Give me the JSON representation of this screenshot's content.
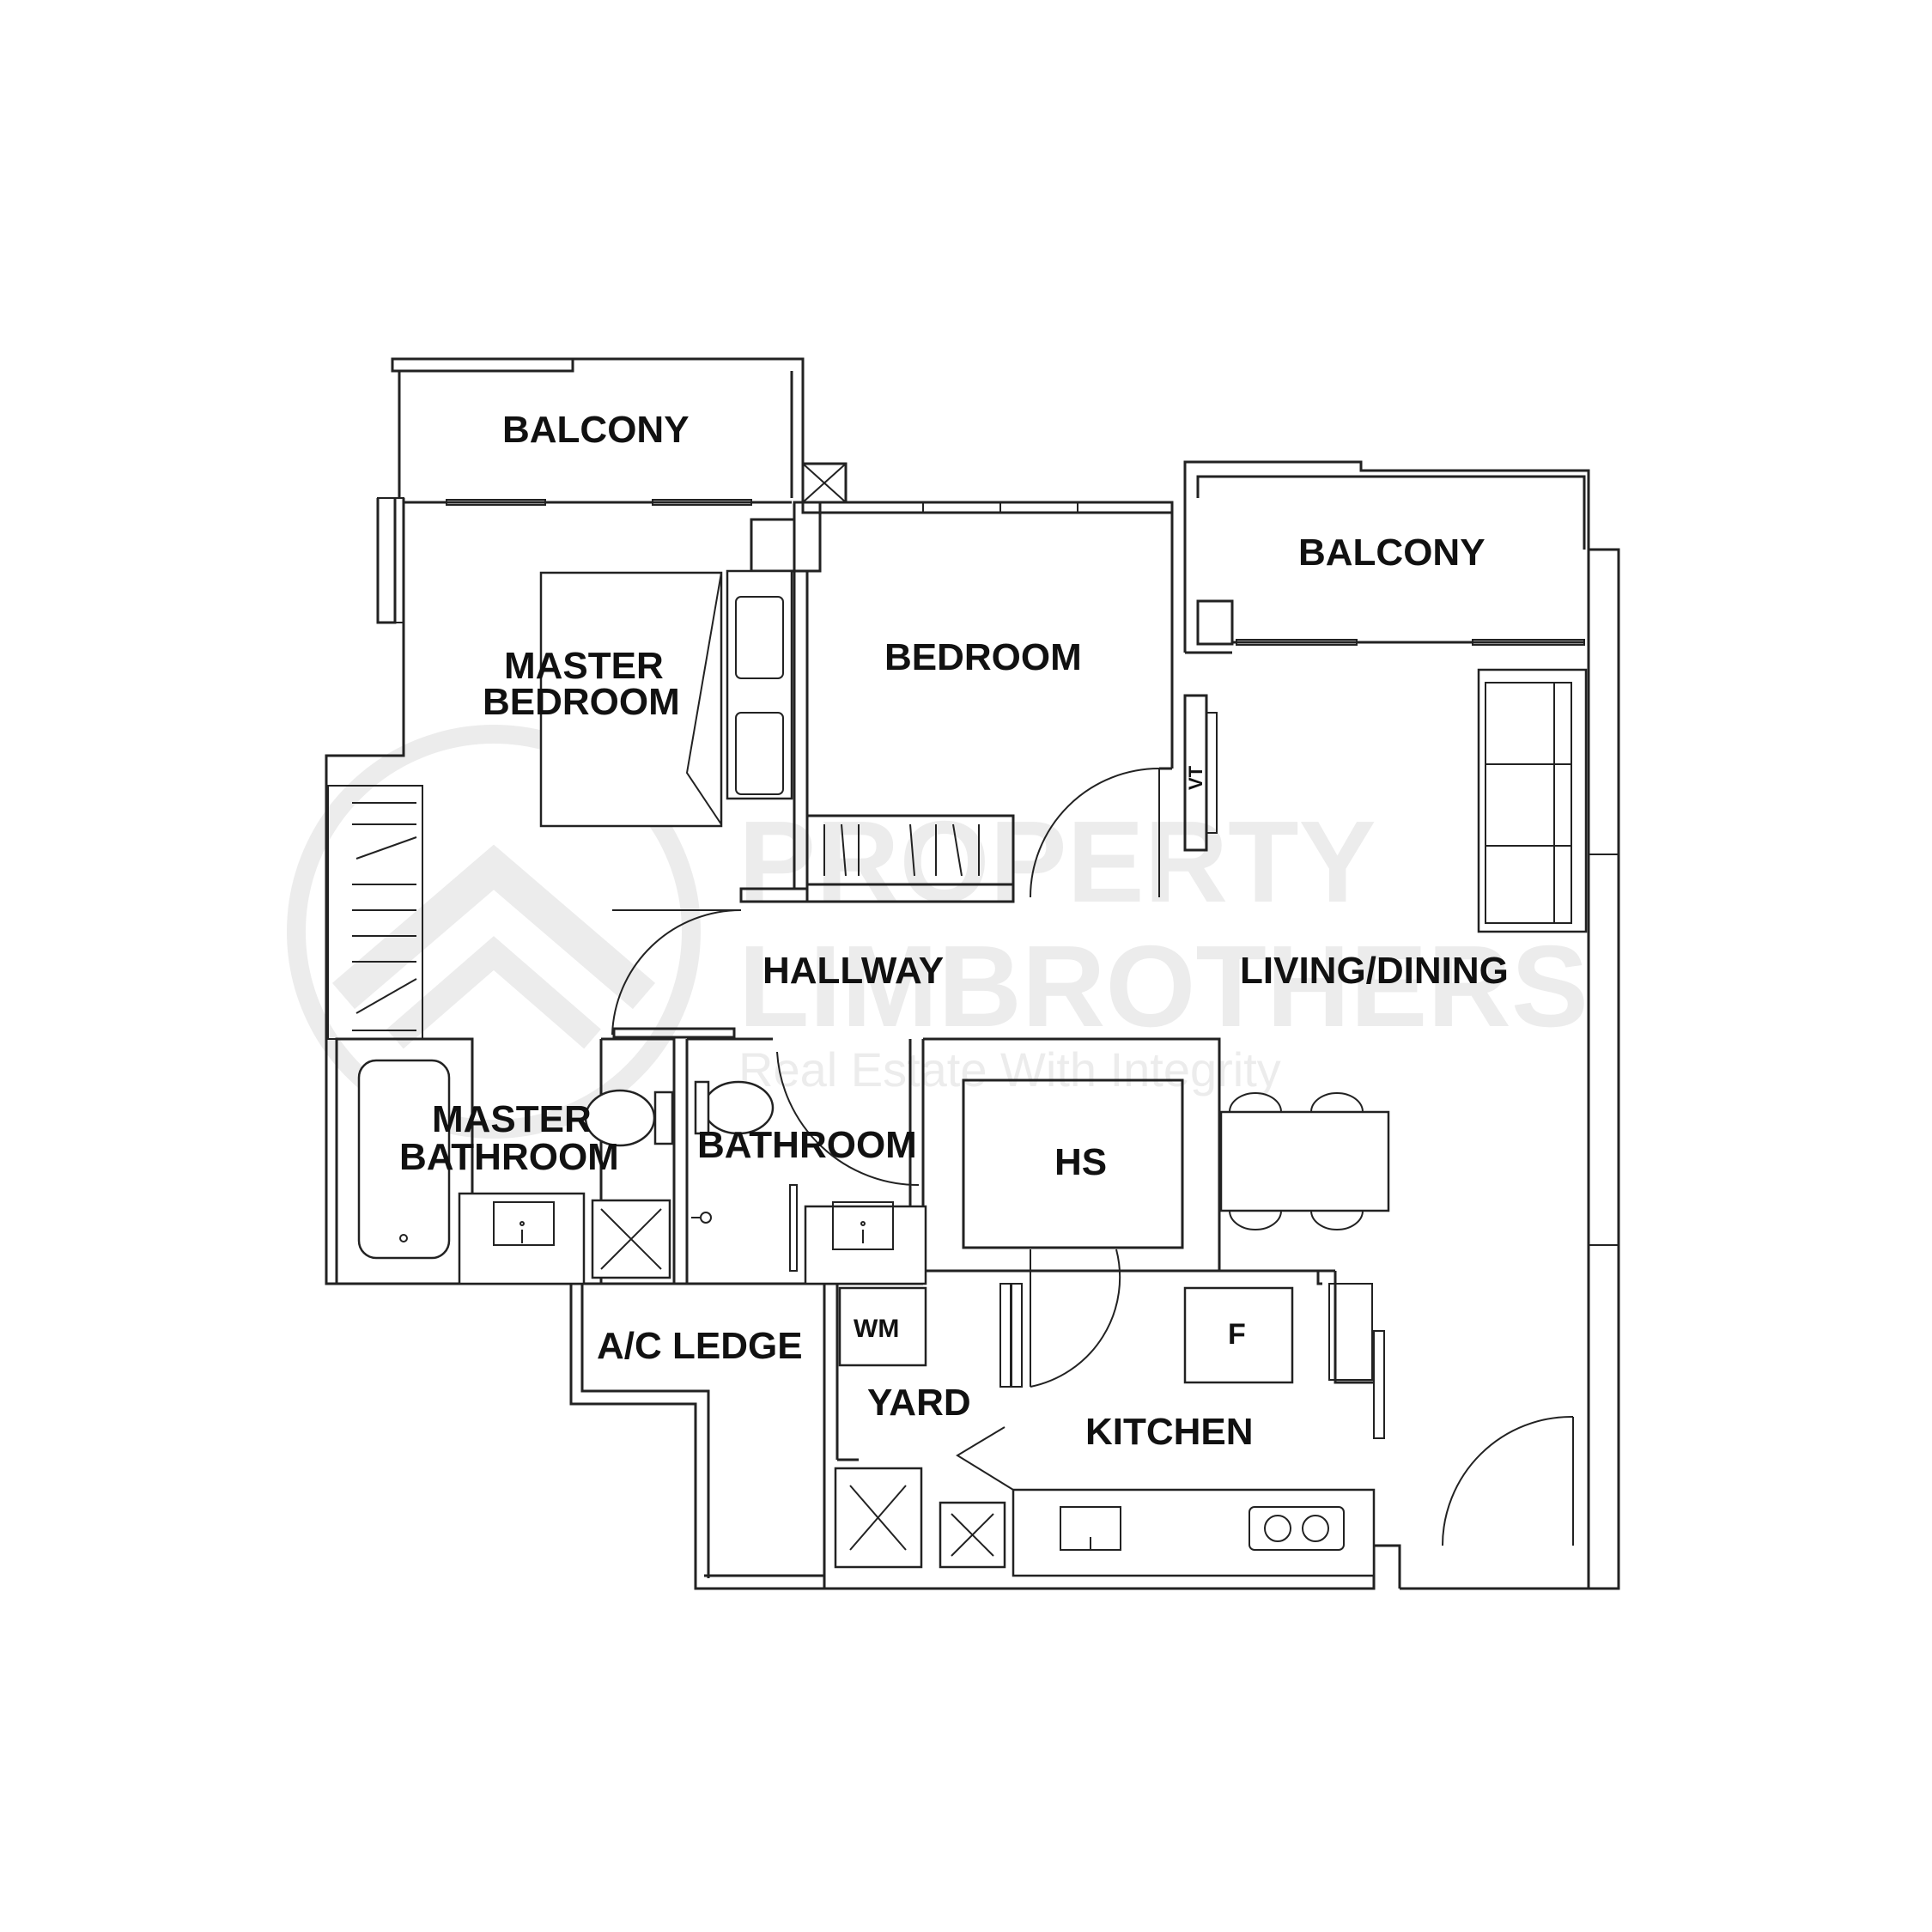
{
  "rooms": {
    "balcony_master": "BALCONY",
    "balcony_living": "BALCONY",
    "master_bedroom_1": "MASTER",
    "master_bedroom_2": "BEDROOM",
    "bedroom": "BEDROOM",
    "hallway": "HALLWAY",
    "living_dining": "LIVING/DINING",
    "master_bathroom_1": "MASTER",
    "master_bathroom_2": "BATHROOM",
    "bathroom": "BATHROOM",
    "household_shelter": "HS",
    "ac_ledge": "A/C LEDGE",
    "yard": "YARD",
    "kitchen": "KITCHEN",
    "washing_machine": "WM",
    "fridge": "F",
    "void": "VT"
  },
  "watermark": {
    "line1": "PROPERTY",
    "line2": "LIMBROTHERS",
    "tagline": "Real Estate With Integrity"
  },
  "colors": {
    "line": "#222222",
    "watermark": "#ececec"
  }
}
